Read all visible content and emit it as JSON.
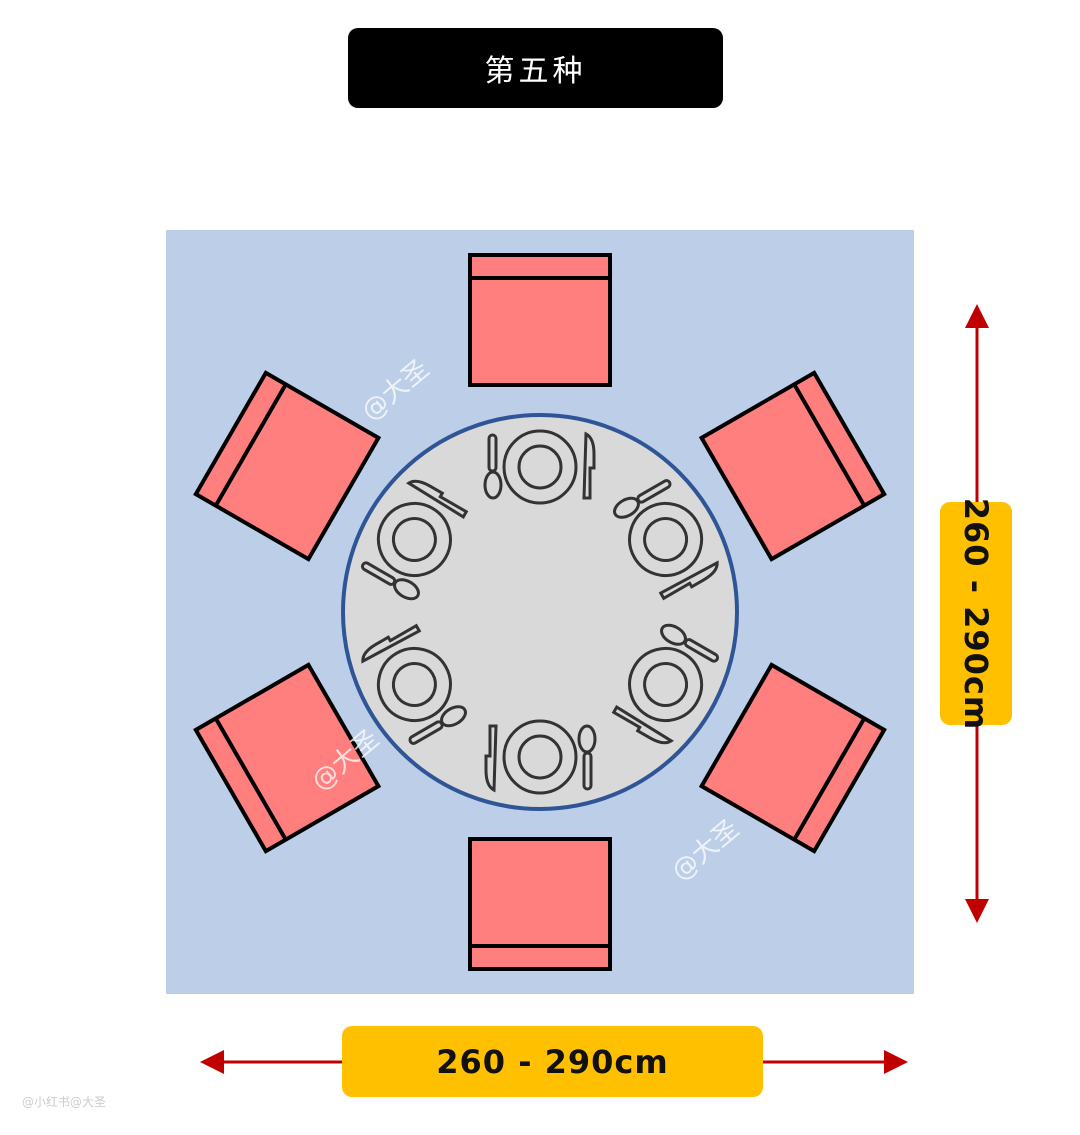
{
  "title": "第五种",
  "dimensions": {
    "width_label": "260 - 290cm",
    "height_label": "260 - 290cm"
  },
  "watermark": "@大圣",
  "credit": "@小红书@大圣",
  "colors": {
    "room": "#bccee8",
    "chair": "#ff7f7f",
    "table": "#d9d9d9",
    "table_border": "#2f5597",
    "arrow": "#c00000",
    "label": "#ffc000"
  },
  "seats": 6
}
